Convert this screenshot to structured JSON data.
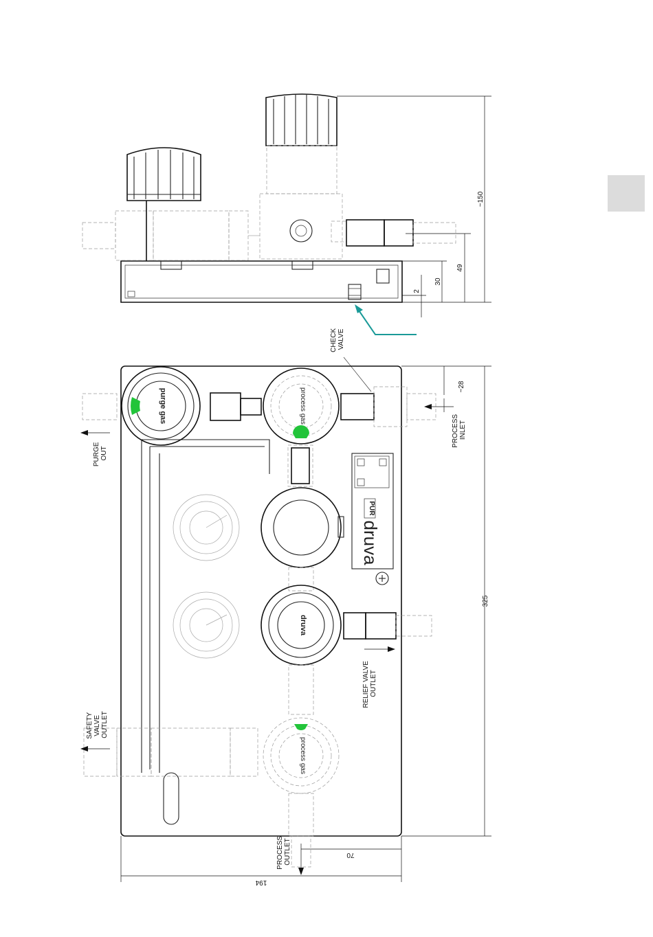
{
  "labels": {
    "check_valve": [
      "CHECK",
      "VALVE"
    ],
    "purge_out": [
      "PURGE",
      "OUT"
    ],
    "process_inlet": [
      "PROCESS",
      "INLET"
    ],
    "safety_valve_outlet": [
      "SAFETY",
      "VALVE",
      "OUTLET"
    ],
    "relief_valve_outlet": [
      "RELIEF VALVE",
      "OUTLET"
    ],
    "process_outlet": [
      "PROCESS",
      "OUTLET"
    ]
  },
  "dimensions": {
    "height_total": "~150",
    "offset_49": "49",
    "offset_30": "30",
    "offset_2": "2",
    "inlet_28": "~28",
    "length_325": "325",
    "width_194": "194",
    "outlet_70": "70"
  },
  "gauges": {
    "purge_gas": "purge gas",
    "process_gas_top": "process gas",
    "process_gas_bottom": "process gas",
    "logo_mid": "druva"
  },
  "nameplate": {
    "brand": "druva",
    "product": "PUR"
  },
  "colors": {
    "indicator_green": "#22c43a",
    "arrow_teal": "#1a9a98",
    "page_tab": "#dcdcdc"
  }
}
